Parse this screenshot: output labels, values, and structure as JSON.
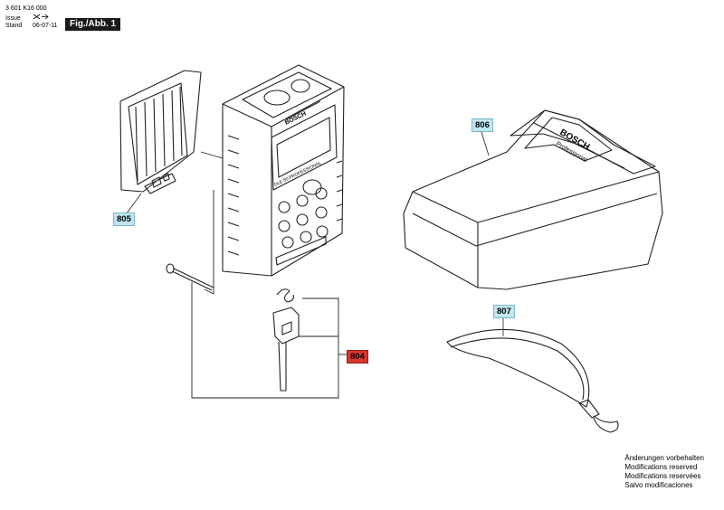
{
  "header": {
    "doc_number": "3 601 K16 000",
    "issue_label": "Issue",
    "stand_label": "Stand",
    "date": "06-07-11",
    "figure": "Fig./Abb. 1"
  },
  "device": {
    "brand_top": "BOSCH",
    "model": "DLE 50 PROFESSIONAL"
  },
  "pouch": {
    "brand": "BOSCH",
    "sub": "Professional"
  },
  "parts": [
    {
      "id": "805",
      "highlight": false
    },
    {
      "id": "806",
      "highlight": false
    },
    {
      "id": "807",
      "highlight": false
    },
    {
      "id": "804",
      "highlight": true
    }
  ],
  "notes": [
    "Änderungen vorbehalten",
    "Modifications reserved",
    "Modifications reservées",
    "Salvo modificaciones"
  ],
  "colors": {
    "label_fill": "#bfe6f2",
    "label_highlight": "#d9362c",
    "line": "#222222"
  }
}
